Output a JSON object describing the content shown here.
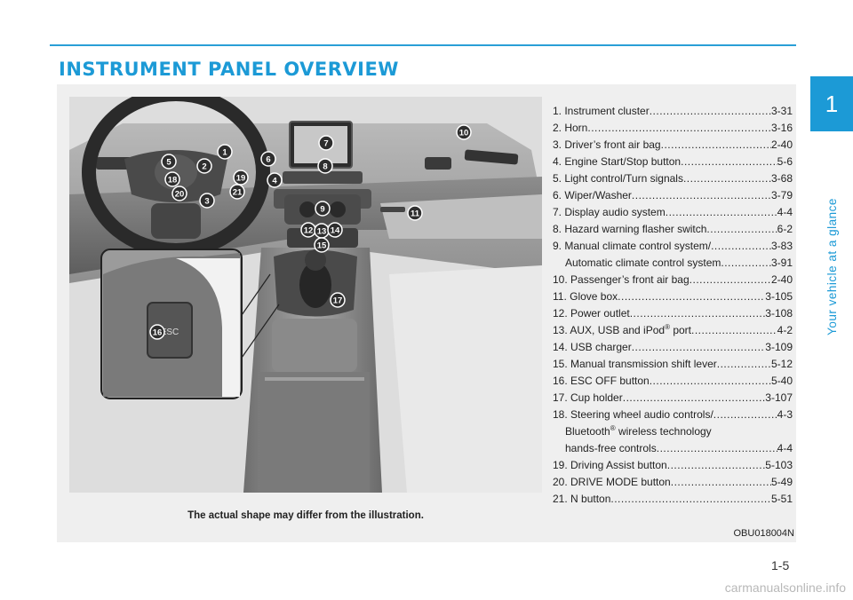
{
  "page": {
    "title": "INSTRUMENT PANEL OVERVIEW",
    "chapter_number": "1",
    "chapter_label": "Your vehicle at a glance",
    "page_number": "1-5",
    "illustration_code": "OBU018004N",
    "caption": "The actual shape may differ from the illustration.",
    "footer_watermark": "carmanualsonline.info"
  },
  "colors": {
    "accent": "#1c9ad6",
    "panel_bg": "#efefef",
    "callout": "#2e2e2e"
  },
  "items": [
    {
      "label": "1. Instrument cluster ",
      "page": "3-31"
    },
    {
      "label": "2. Horn ",
      "page": "3-16"
    },
    {
      "label": "3. Driver’s front air bag ",
      "page": "2-40"
    },
    {
      "label": "4. Engine Start/Stop button ",
      "page": "5-6"
    },
    {
      "label": "5. Light control/Turn signals ",
      "page": "3-68"
    },
    {
      "label": "6. Wiper/Washer ",
      "page": "3-79"
    },
    {
      "label": "7. Display audio system ",
      "page": "4-4"
    },
    {
      "label": "8. Hazard warning flasher switch",
      "page": "6-2"
    },
    {
      "label": "9. Manual climate control system/ ",
      "page": "3-83"
    },
    {
      "label": "Automatic climate control system ",
      "page": "3-91",
      "indent": true
    },
    {
      "label": "10. Passenger’s front air bag ",
      "page": "2-40"
    },
    {
      "label": "11. Glove box ",
      "page": "3-105"
    },
    {
      "label": "12. Power outlet ",
      "page": "3-108"
    },
    {
      "label": "13. AUX, USB and iPod",
      "sup": "®",
      "label2": " port ",
      "page": "4-2"
    },
    {
      "label": "14. USB charger ",
      "page": "3-109"
    },
    {
      "label": "15. Manual transmission shift lever ",
      "page": "5-12"
    },
    {
      "label": "16. ESC OFF button ",
      "page": "5-40"
    },
    {
      "label": "17. Cup holder ",
      "page": "3-107"
    },
    {
      "label": "18. Steering wheel audio controls/ ",
      "page": "4-3"
    },
    {
      "label": "Bluetooth",
      "sup": "®",
      "label2": " wireless technology",
      "indent": true,
      "nodots": true
    },
    {
      "label": "hands-free controls ",
      "page": "4-4",
      "indent": true
    },
    {
      "label": "19. Driving Assist button ",
      "page": "5-103"
    },
    {
      "label": "20. DRIVE MODE button ",
      "page": "5-49"
    },
    {
      "label": "21. N button ",
      "page": "5-51"
    }
  ],
  "callouts": [
    "1",
    "2",
    "3",
    "4",
    "5",
    "6",
    "7",
    "8",
    "9",
    "10",
    "11",
    "12",
    "13",
    "14",
    "15",
    "16",
    "17",
    "18",
    "19",
    "20",
    "21"
  ]
}
